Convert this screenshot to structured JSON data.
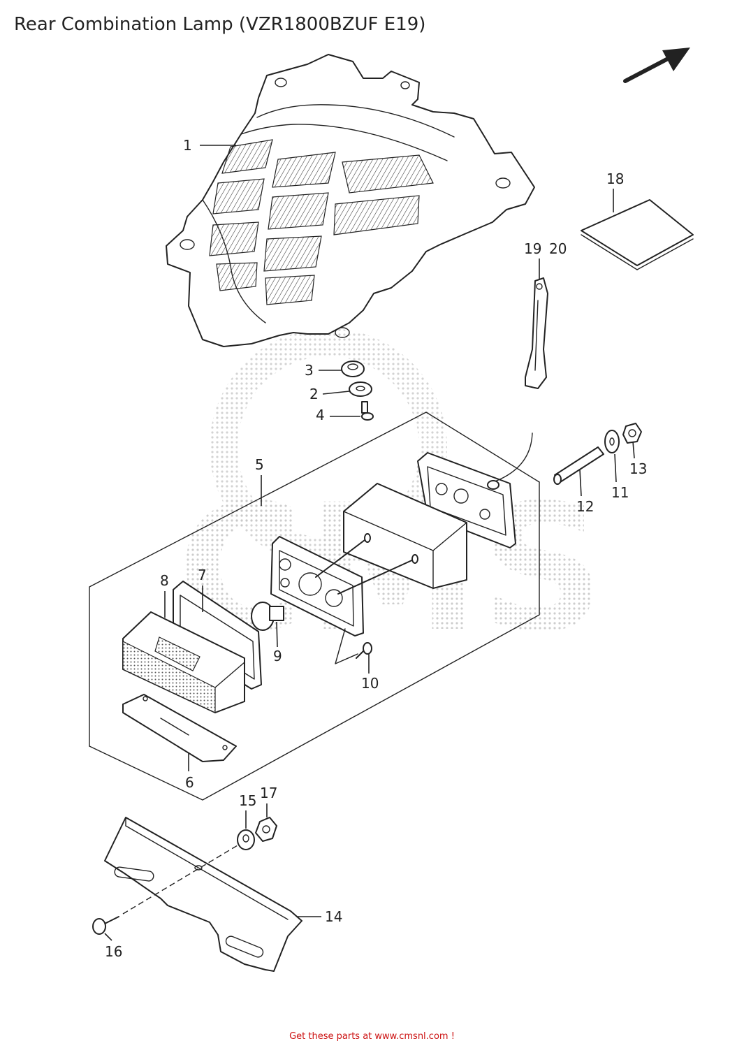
{
  "title": "Rear Combination Lamp (VZR1800BZUF E19)",
  "footer": "Get these parts at www.cmsnl.com  !",
  "watermark": "CMS",
  "direction_icon": "arrow-up-right",
  "callouts": [
    "1",
    "2",
    "3",
    "4",
    "5",
    "6",
    "7",
    "8",
    "9",
    "10",
    "11",
    "12",
    "13",
    "14",
    "15",
    "16",
    "17",
    "18",
    "19",
    "20"
  ],
  "colors": {
    "line": "#222222",
    "footer": "#cc1111",
    "watermark": "#cccccc"
  }
}
